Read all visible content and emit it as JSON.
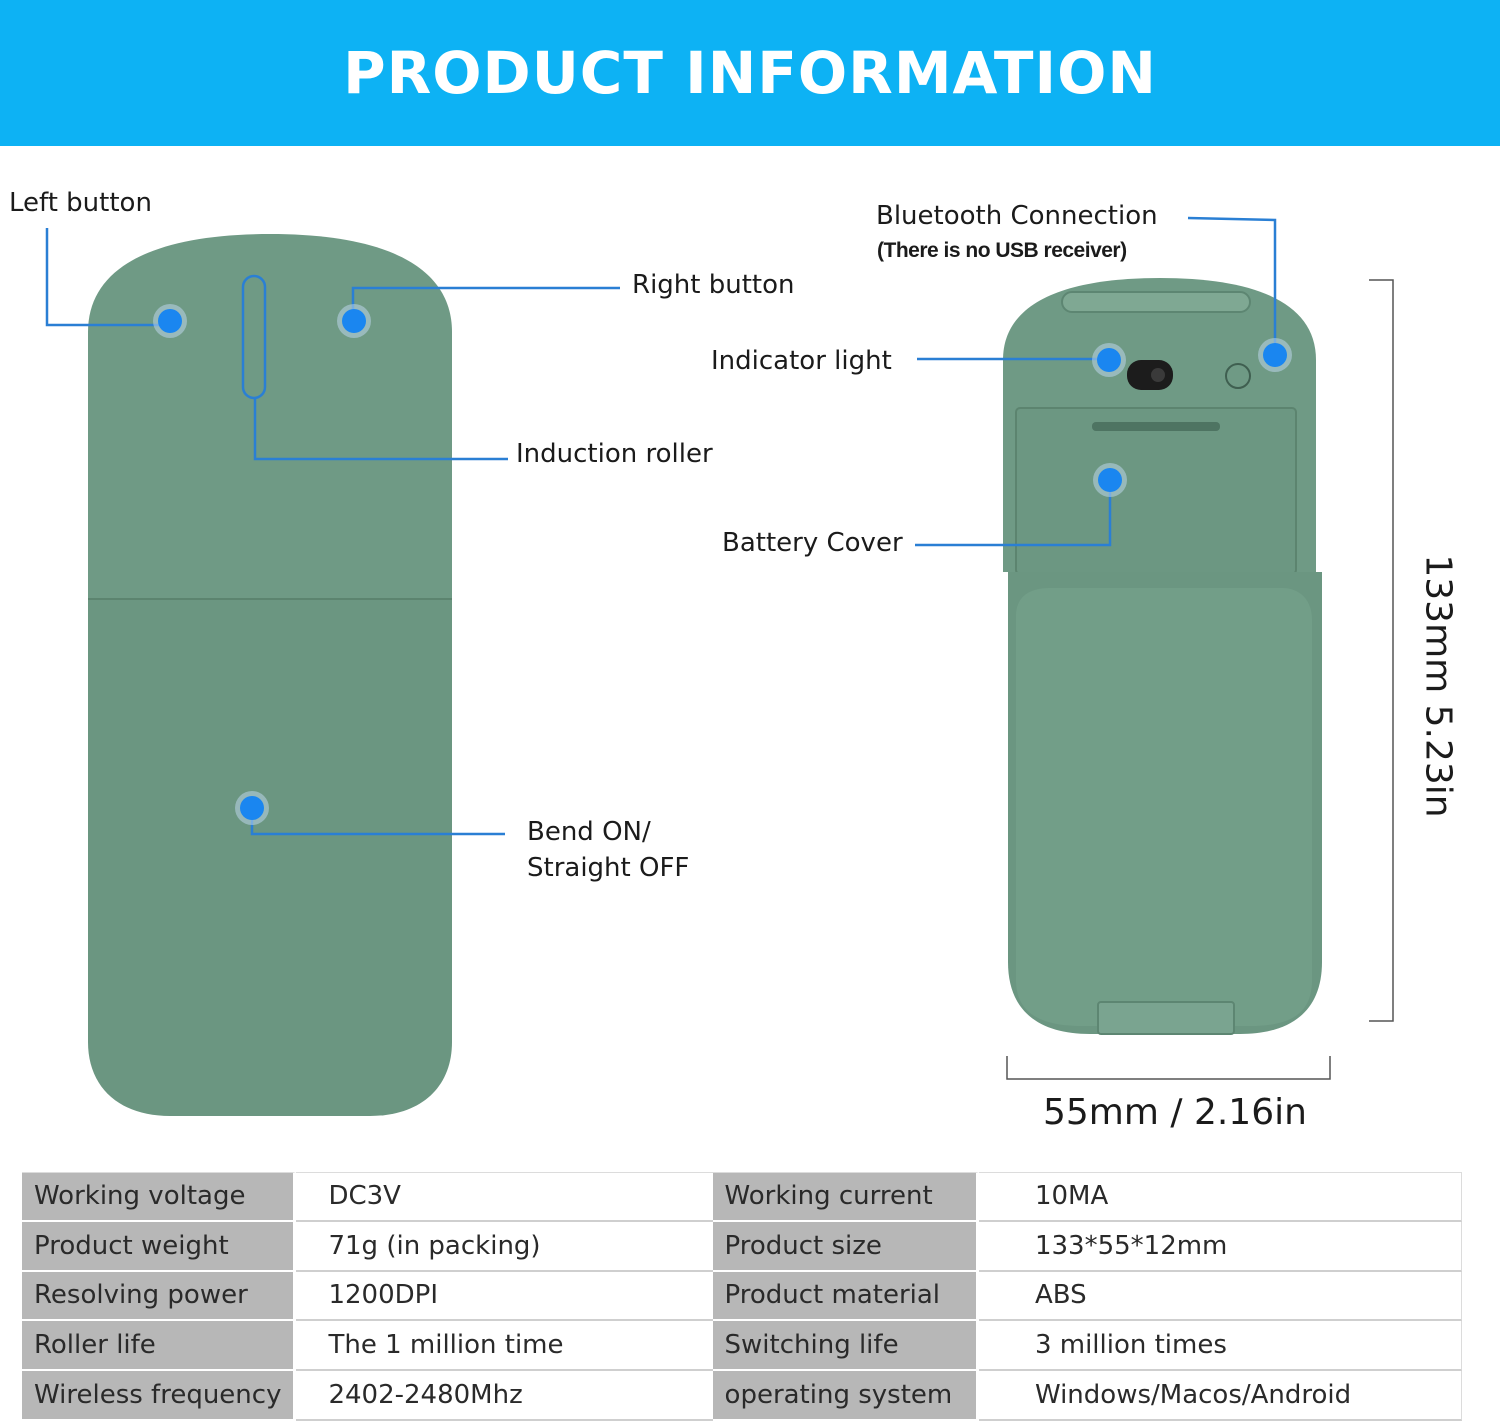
{
  "banner": {
    "title": "PRODUCT INFORMATION"
  },
  "colors": {
    "accent": "#0db2f4",
    "mouse_body": "#6e9a84",
    "callout": "#2a7fd4"
  },
  "callouts": {
    "left_button": "Left button",
    "right_button": "Right button",
    "induction_roller": "Induction roller",
    "bend_line1": "Bend ON/",
    "bend_line2": "Straight OFF",
    "bluetooth": "Bluetooth Connection",
    "bluetooth_note": "(There is no USB receiver)",
    "indicator_light": "Indicator light",
    "battery_cover": "Battery Cover"
  },
  "dimensions": {
    "width": "55mm  / 2.16in",
    "height": "133mm   5.23in"
  },
  "specs": [
    {
      "key1": "Working voltage",
      "val1": "DC3V",
      "key2": "Working current",
      "val2": "10MA"
    },
    {
      "key1": "Product weight",
      "val1": "71g (in packing)",
      "key2": "Product size",
      "val2": "133*55*12mm"
    },
    {
      "key1": "Resolving power",
      "val1": "1200DPI",
      "key2": "Product material",
      "val2": "ABS"
    },
    {
      "key1": "Roller life",
      "val1": "The 1 million time",
      "key2": "Switching life",
      "val2": "3 million times"
    },
    {
      "key1": "Wireless frequency",
      "val1": "2402-2480Mhz",
      "key2": "operating system",
      "val2": "Windows/Macos/Android"
    }
  ]
}
